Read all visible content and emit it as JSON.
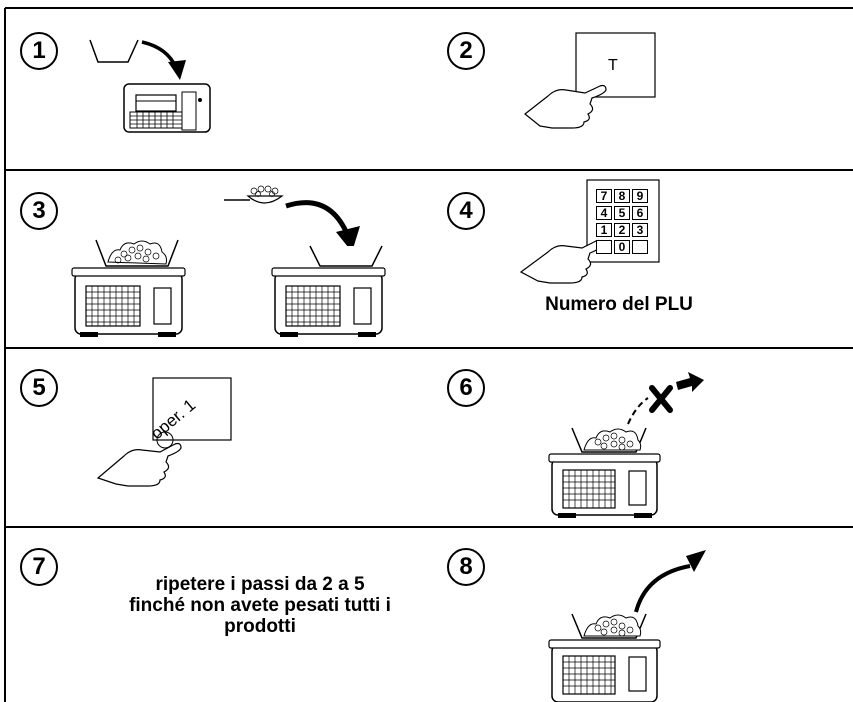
{
  "steps": [
    {
      "number": "1"
    },
    {
      "number": "2",
      "key_label": "T"
    },
    {
      "number": "3"
    },
    {
      "number": "4",
      "keypad": [
        "7",
        "8",
        "9",
        "4",
        "5",
        "6",
        "1",
        "2",
        "3",
        "",
        "0",
        ""
      ],
      "caption": "Numero del PLU"
    },
    {
      "number": "5",
      "key_label": "oper. 1"
    },
    {
      "number": "6"
    },
    {
      "number": "7",
      "caption_lines": [
        "ripetere i passi da 2 a 5",
        "finché non avete pesati tutti i",
        "prodotti"
      ]
    },
    {
      "number": "8"
    }
  ]
}
